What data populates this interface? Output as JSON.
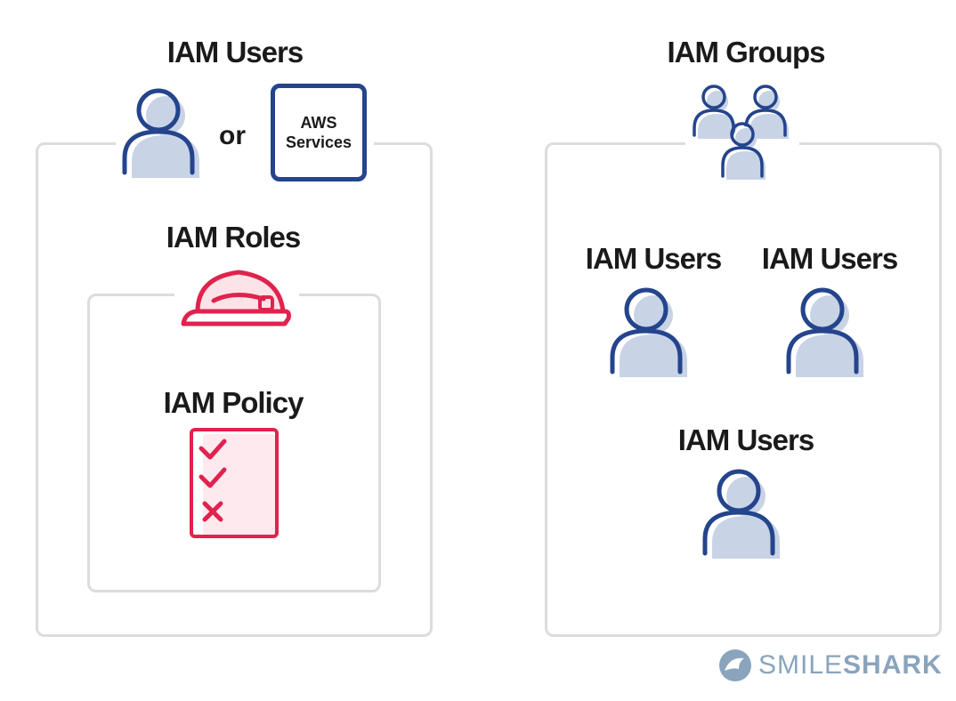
{
  "left_panel": {
    "top_label": "IAM Users",
    "or_text": "or",
    "aws_services": {
      "line1": "AWS",
      "line2": "Services"
    },
    "roles_label": "IAM Roles",
    "policy_label": "IAM Policy"
  },
  "right_panel": {
    "groups_label": "IAM Groups",
    "user_label_left": "IAM Users",
    "user_label_right": "IAM Users",
    "user_label_bottom": "IAM Users"
  },
  "brand": {
    "light": "SMILE",
    "bold": "SHARK"
  },
  "colors": {
    "user_stroke": "#24448c",
    "user_fill": "#c8d3e6",
    "role_red": "#e0234e",
    "frame": "#dcdcdc",
    "brand": "#8aa4bd"
  },
  "icons": {
    "user": "user-icon",
    "aws_services": "aws-services-box",
    "role": "hard-hat-icon",
    "policy": "checklist-icon",
    "group": "user-group-icon",
    "brand": "shark-logo-icon"
  }
}
